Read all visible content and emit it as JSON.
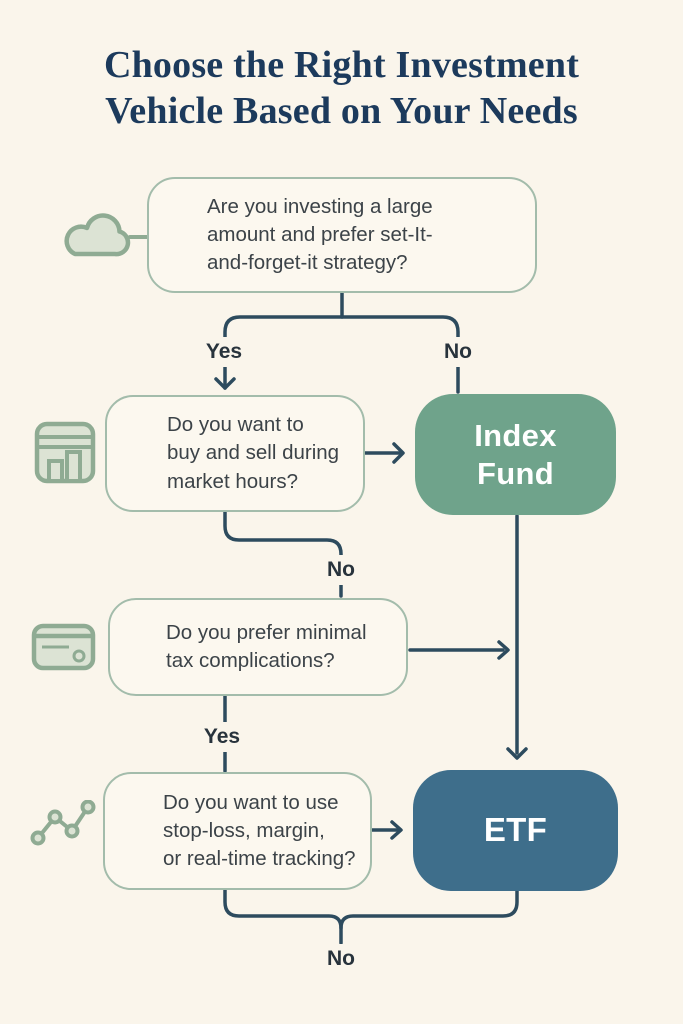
{
  "title": {
    "line1": "Choose the Right Investment",
    "line2": "Vehicle Based on Your Needs"
  },
  "flowchart": {
    "questions": [
      {
        "text": "Are you investing a large\namount and prefer set-It-\nand-forget-it strategy?"
      },
      {
        "text": "Do you want to\nbuy and sell during\nmarket hours?"
      },
      {
        "text": "Do you prefer minimal\ntax complications?"
      },
      {
        "text": "Do you want to use\nstop-loss, margin,\nor real-time tracking?"
      }
    ],
    "outcomes": [
      {
        "label": "Index\nFund"
      },
      {
        "label": "ETF"
      }
    ],
    "edge_labels": {
      "q1_yes": "Yes",
      "q1_no": "No",
      "q2_no": "No",
      "q3_yes": "Yes",
      "q4_no": "No"
    },
    "icons": [
      "cloud-icon",
      "window-chart-icon",
      "credit-card-icon",
      "line-chart-icon"
    ]
  },
  "colors": {
    "background": "#FAF5EB",
    "title_text": "#1C3A5C",
    "connector": "#2D4B5E",
    "question_border": "#A3BCAB",
    "question_fill": "#FCF8EF",
    "question_text": "#3C4348",
    "index_fund_fill": "#6FA38B",
    "etf_fill": "#3E6E8B",
    "outcome_text": "#FFFFFF",
    "icon_stroke": "#8FAB93",
    "icon_fill": "#DCE3D4",
    "edge_label_text": "#28333C"
  }
}
